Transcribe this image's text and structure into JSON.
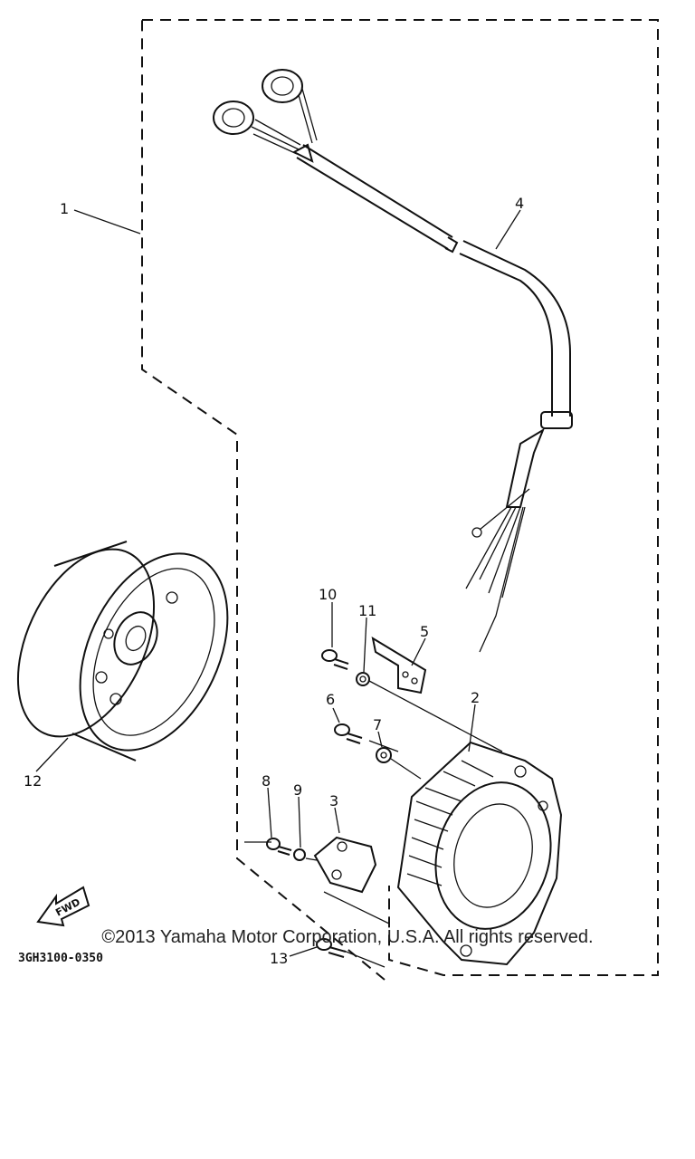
{
  "diagram": {
    "callouts": [
      {
        "id": "1",
        "text": "1"
      },
      {
        "id": "2",
        "text": "2"
      },
      {
        "id": "3",
        "text": "3"
      },
      {
        "id": "4",
        "text": "4"
      },
      {
        "id": "5",
        "text": "5"
      },
      {
        "id": "6",
        "text": "6"
      },
      {
        "id": "7",
        "text": "7"
      },
      {
        "id": "8",
        "text": "8"
      },
      {
        "id": "9",
        "text": "9"
      },
      {
        "id": "10",
        "text": "10"
      },
      {
        "id": "11",
        "text": "11"
      },
      {
        "id": "12",
        "text": "12"
      },
      {
        "id": "13",
        "text": "13"
      }
    ],
    "fwd_label": "FWD",
    "drawing_code": "3GH3100-0350"
  },
  "footer": {
    "copyright": "©2013 Yamaha Motor Corporation, U.S.A. All rights reserved."
  }
}
